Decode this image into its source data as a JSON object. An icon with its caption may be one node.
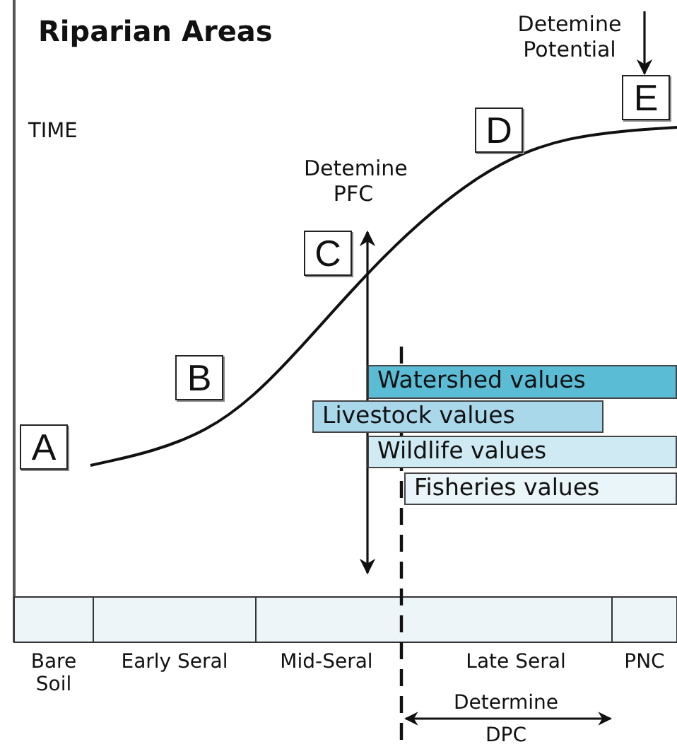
{
  "diagram": {
    "title": "Riparian Areas",
    "nodes": [
      {
        "text": [
          "A"
        ]
      },
      {
        "text": [
          "B"
        ]
      },
      {
        "text": [
          "C"
        ]
      },
      {
        "text": [
          "D"
        ]
      },
      {
        "text": [
          "E"
        ]
      },
      {
        "text": [
          "Detemine Potential"
        ]
      },
      {
        "text": [
          "Watershed values"
        ]
      },
      {
        "text": [
          "Livestock values"
        ]
      },
      {
        "text": [
          "Wildlife values"
        ]
      },
      {
        "text": [
          "Fisheries values"
        ]
      }
    ],
    "edges": [
      {
        "from": 5,
        "to": 4,
        "arrow": "to"
      }
    ],
    "labels": [
      "TIME",
      "Detemine PFC",
      "Bare Soil",
      "Early Seral",
      "Mid-Seral",
      "Late Seral",
      "PNC",
      "Determine DPC"
    ]
  }
}
